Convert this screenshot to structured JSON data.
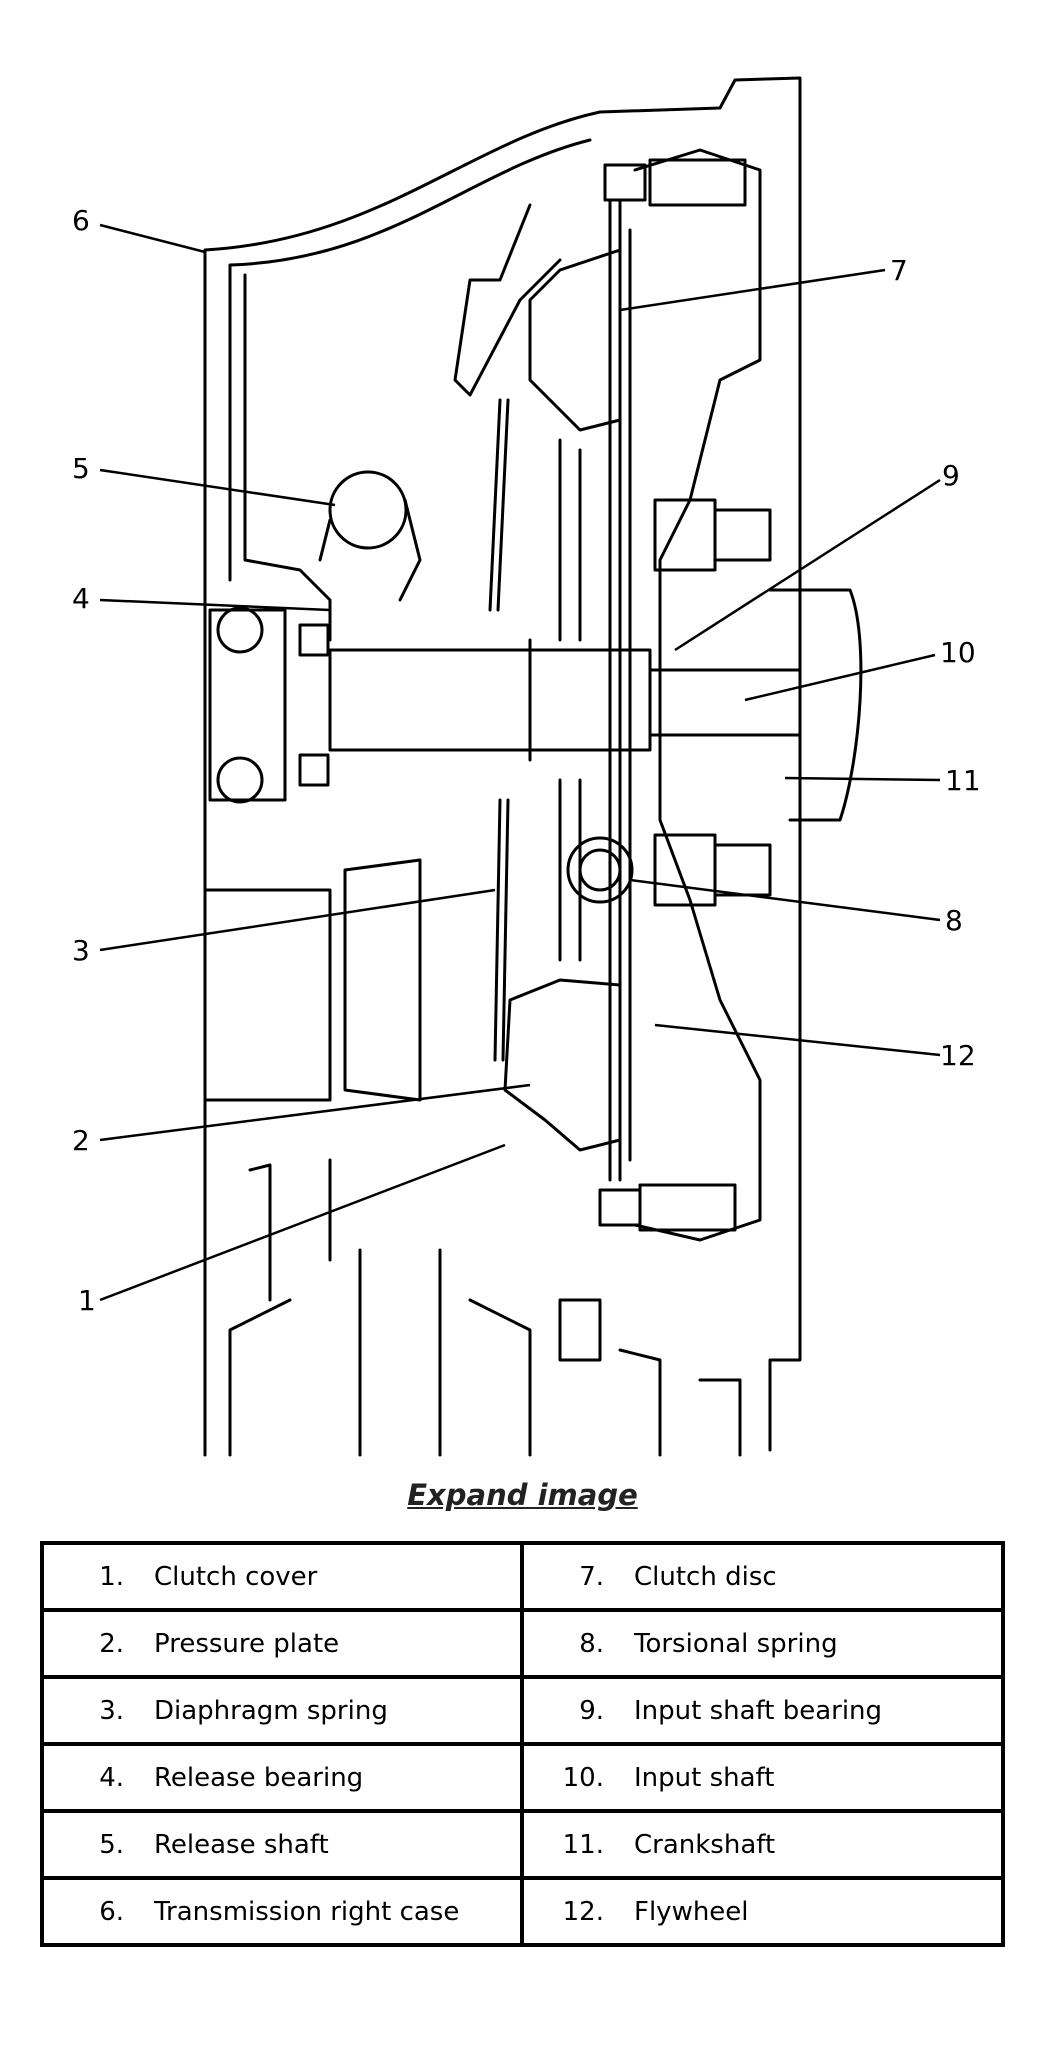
{
  "callouts": [
    "6",
    "7",
    "5",
    "9",
    "4",
    "10",
    "11",
    "3",
    "8",
    "12",
    "2",
    "1"
  ],
  "expand_link": "Expand image",
  "legend": {
    "left": [
      {
        "num": "1.",
        "label": "Clutch cover"
      },
      {
        "num": "2.",
        "label": "Pressure plate"
      },
      {
        "num": "3.",
        "label": "Diaphragm spring"
      },
      {
        "num": "4.",
        "label": "Release bearing"
      },
      {
        "num": "5.",
        "label": "Release shaft"
      },
      {
        "num": "6.",
        "label": "Transmission right case"
      }
    ],
    "right": [
      {
        "num": "7.",
        "label": "Clutch disc"
      },
      {
        "num": "8.",
        "label": "Torsional spring"
      },
      {
        "num": "9.",
        "label": "Input shaft bearing"
      },
      {
        "num": "10.",
        "label": "Input shaft"
      },
      {
        "num": "11.",
        "label": "Crankshaft"
      },
      {
        "num": "12.",
        "label": "Flywheel"
      }
    ]
  }
}
